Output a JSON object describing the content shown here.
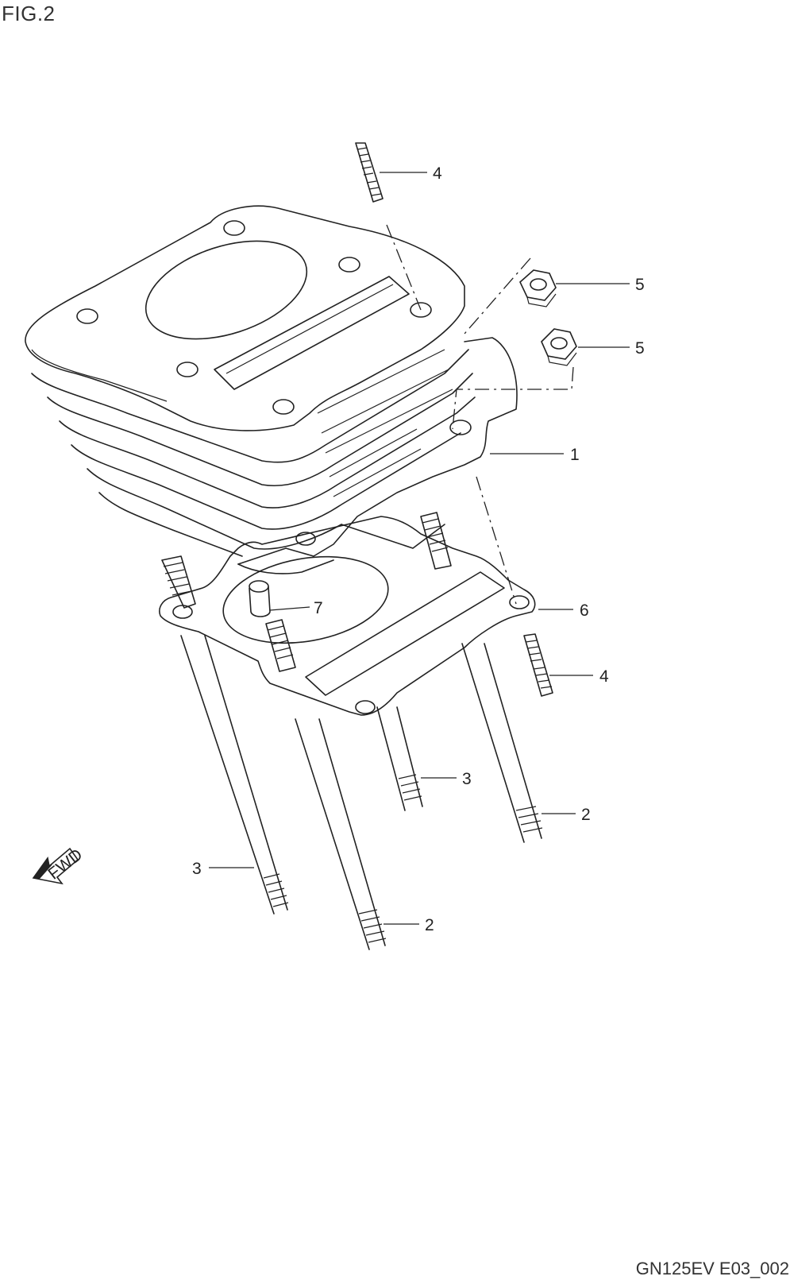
{
  "figure": {
    "title": "FIG.2",
    "drawing_code": "GN125EV E03_002",
    "direction_label": "FWD"
  },
  "callouts": [
    {
      "id": "c1",
      "label": "1"
    },
    {
      "id": "c2a",
      "label": "2"
    },
    {
      "id": "c2b",
      "label": "2"
    },
    {
      "id": "c3a",
      "label": "3"
    },
    {
      "id": "c3b",
      "label": "3"
    },
    {
      "id": "c4a",
      "label": "4"
    },
    {
      "id": "c4b",
      "label": "4"
    },
    {
      "id": "c5a",
      "label": "5"
    },
    {
      "id": "c5b",
      "label": "5"
    },
    {
      "id": "c6",
      "label": "6"
    },
    {
      "id": "c7",
      "label": "7"
    }
  ]
}
